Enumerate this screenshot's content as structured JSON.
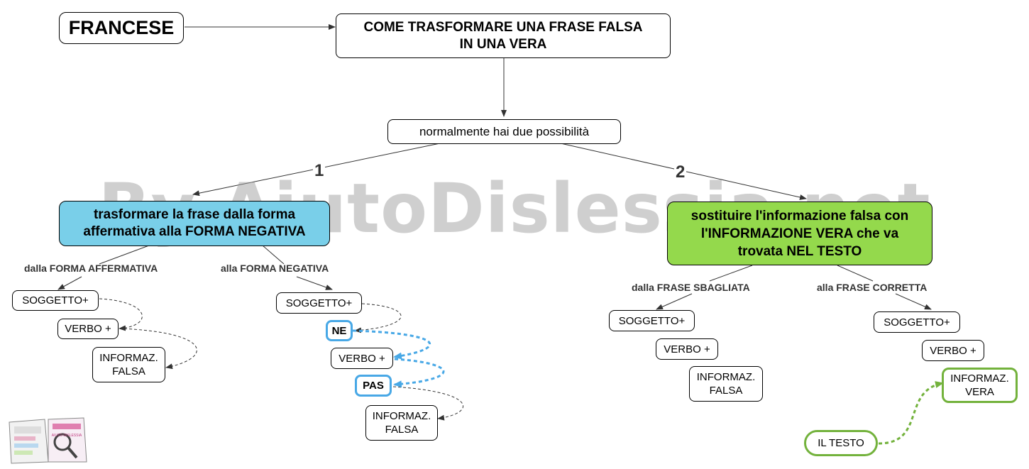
{
  "nodes": {
    "francese": "FRANCESE",
    "title": "COME TRASFORMARE UNA FRASE FALSA\nIN UNA VERA",
    "possibilita": "normalmente hai due possibilità",
    "option1": "trasformare la frase dalla forma\naffermativa alla FORMA NEGATIVA",
    "option2": "sostituire l'informazione falsa con\nl'INFORMAZIONE VERA che va\ntrovata NEL TESTO",
    "opt1_affirm_soggetto": "SOGGETTO+",
    "opt1_affirm_verbo": "VERBO +",
    "opt1_affirm_info": "INFORMAZ.\nFALSA",
    "opt1_neg_soggetto": "SOGGETTO+",
    "opt1_neg_ne": "NE",
    "opt1_neg_verbo": "VERBO +",
    "opt1_neg_pas": "PAS",
    "opt1_neg_info": "INFORMAZ.\nFALSA",
    "opt2_wrong_soggetto": "SOGGETTO+",
    "opt2_wrong_verbo": "VERBO +",
    "opt2_wrong_info": "INFORMAZ.\nFALSA",
    "opt2_right_soggetto": "SOGGETTO+",
    "opt2_right_verbo": "VERBO +",
    "opt2_right_info": "INFORMAZ.\nVERA",
    "il_testo": "IL TESTO"
  },
  "labels": {
    "one": "1",
    "two": "2",
    "dalla_forma_affermativa": "dalla FORMA AFFERMATIVA",
    "alla_forma_negativa": "alla FORMA NEGATIVA",
    "dalla_frase_sbagliata": "dalla FRASE SBAGLIATA",
    "alla_frase_corretta": "alla FRASE CORRETTA"
  },
  "watermark": "By AiutoDislessia.net",
  "logo_text": "AIUTO DISLESSIA",
  "colors": {
    "option1_fill": "#79cfe9",
    "option2_fill": "#94d94c",
    "ne_pas_border": "#48a8e6",
    "ne_pas_links": "#48a8e6",
    "vera_border": "#73b23c",
    "testo_link": "#73b23c",
    "watermark": "#a0a0a0"
  }
}
